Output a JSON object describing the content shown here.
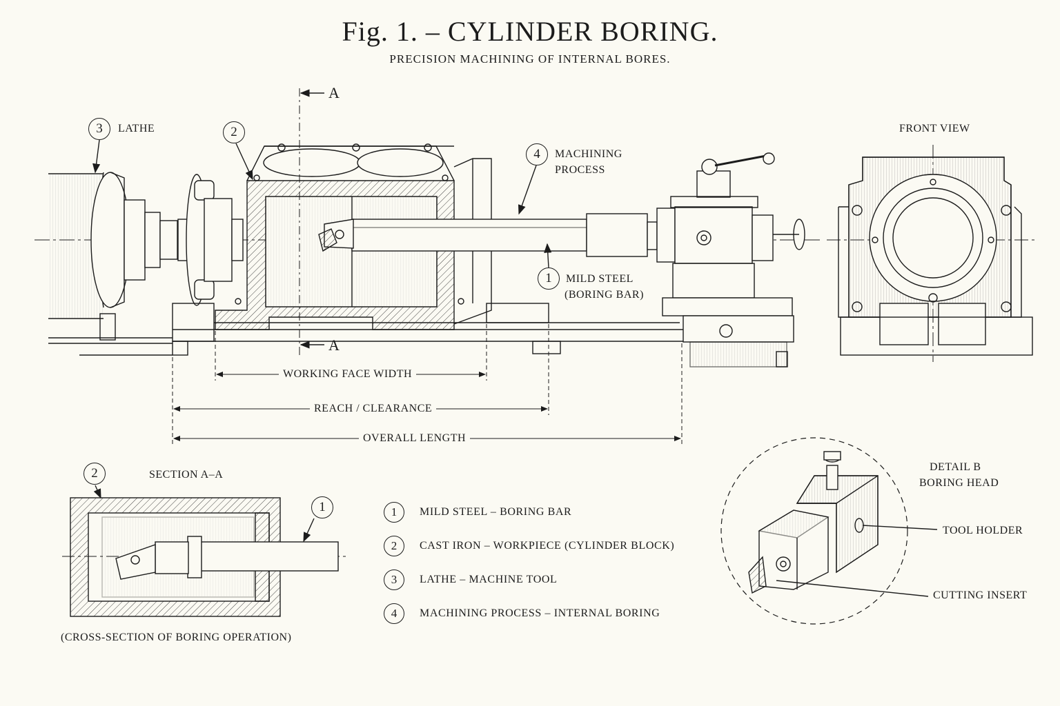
{
  "title": "Fig. 1. – CYLINDER  BORING.",
  "subtitle": "PRECISION MACHINING OF INTERNAL BORES.",
  "section_marks": {
    "top": "A",
    "bottom": "A"
  },
  "callouts": {
    "lathe": {
      "number": "3",
      "label": "LATHE"
    },
    "workpiece": {
      "number": "2"
    },
    "process": {
      "number": "4",
      "label_line1": "MACHINING",
      "label_line2": "PROCESS"
    },
    "bar": {
      "number": "1",
      "label_line1": "MILD STEEL",
      "label_line2": "(BORING BAR)"
    },
    "section_workpiece": {
      "number": "2"
    },
    "section_bar": {
      "number": "1"
    }
  },
  "front_view": {
    "label": "FRONT VIEW"
  },
  "dimensions": {
    "working_face": "WORKING FACE WIDTH",
    "reach": "REACH / CLEARANCE",
    "overall": "OVERALL LENGTH"
  },
  "section": {
    "title": "SECTION A–A",
    "caption": "(CROSS-SECTION OF BORING OPERATION)"
  },
  "legend": [
    {
      "number": "1",
      "text": "MILD STEEL – BORING BAR"
    },
    {
      "number": "2",
      "text": "CAST IRON – WORKPIECE (CYLINDER BLOCK)"
    },
    {
      "number": "3",
      "text": "LATHE – MACHINE TOOL"
    },
    {
      "number": "4",
      "text": "MACHINING PROCESS – INTERNAL BORING"
    }
  ],
  "detail": {
    "title_line1": "DETAIL  B",
    "title_line2": "BORING HEAD",
    "tool_holder": "TOOL HOLDER",
    "cutting_insert": "CUTTING INSERT"
  }
}
